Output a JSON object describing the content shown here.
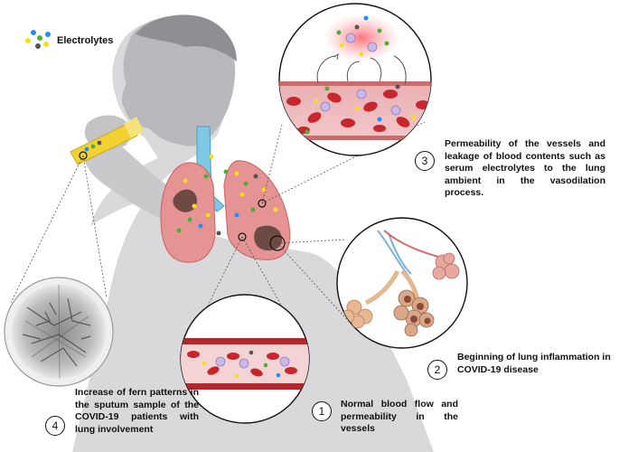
{
  "legend": {
    "label": "Electrolytes",
    "colors": [
      "#1e90ff",
      "#f4e01a",
      "#4caf3a",
      "#555555"
    ]
  },
  "steps": [
    {
      "number": "1",
      "text": "Normal blood flow and permeability in the vessels"
    },
    {
      "number": "2",
      "text": "Beginning of lung inflammation in COVID-19 disease"
    },
    {
      "number": "3",
      "text": "Permeability of the vessels and leakage of blood contents such as serum electrolytes to the lung ambient in the vasodilation process."
    },
    {
      "number": "4",
      "text": "Increase of fern patterns in the sputum sample of the COVID-19 patients with lung involvement"
    }
  ]
}
